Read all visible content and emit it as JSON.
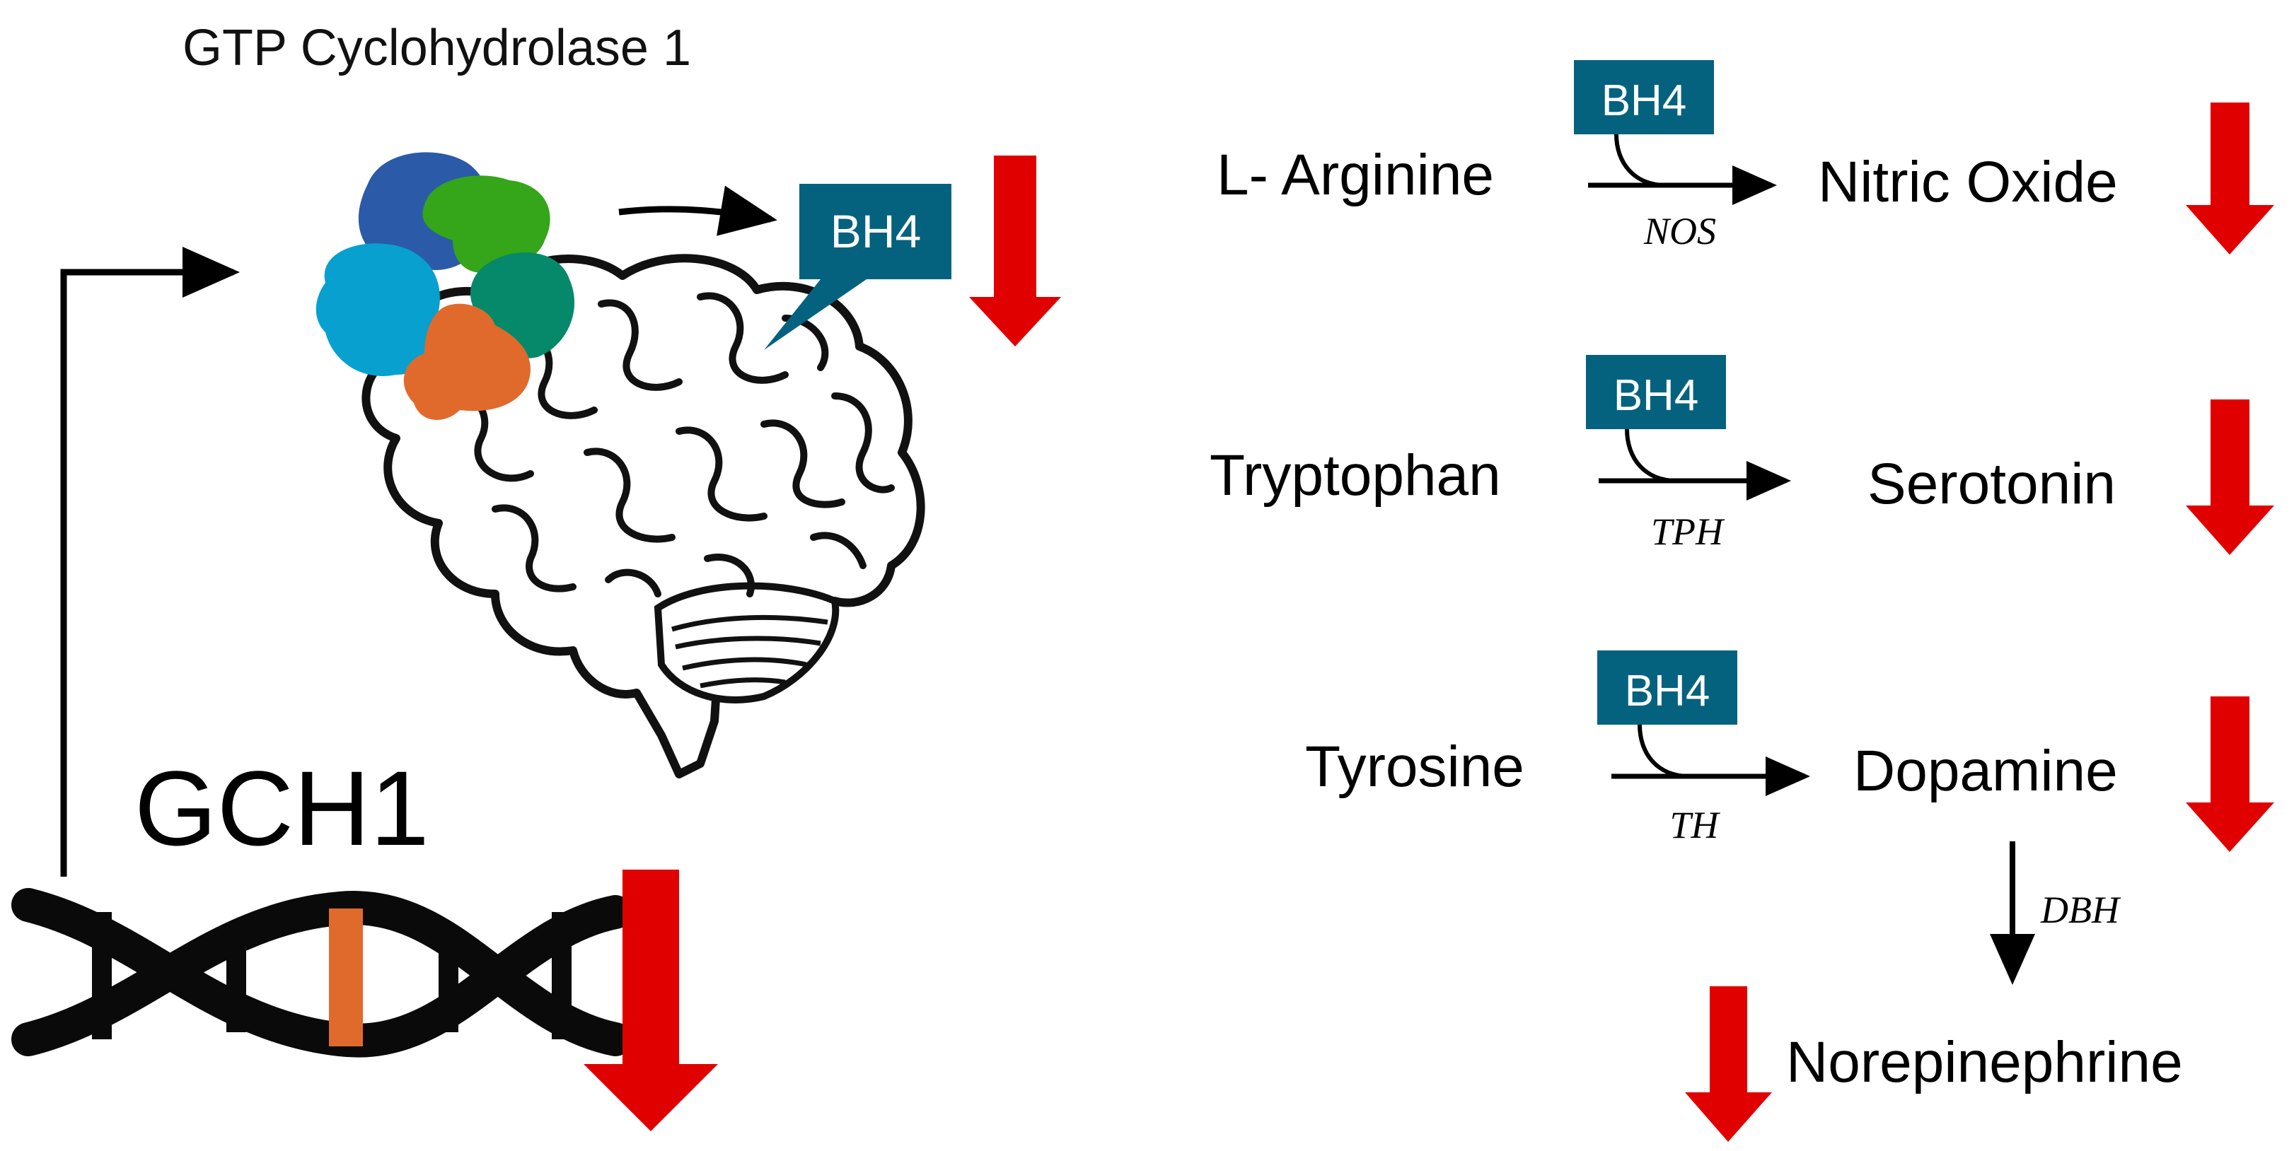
{
  "left_panel": {
    "enzyme_title": "GTP Cyclohydrolase 1",
    "gene_label": "GCH1",
    "product_callout": "BH4"
  },
  "pathways": [
    {
      "substrate": "L- Arginine",
      "cofactor": "BH4",
      "enzyme": "NOS",
      "product": "Nitric Oxide"
    },
    {
      "substrate": "Tryptophan",
      "cofactor": "BH4",
      "enzyme": "TPH",
      "product": "Serotonin"
    },
    {
      "substrate": "Tyrosine",
      "cofactor": "BH4",
      "enzyme": "TH",
      "product": "Dopamine"
    }
  ],
  "downstream": {
    "enzyme": "DBH",
    "product": "Norepinephrine"
  },
  "colors": {
    "bh4_box": "#04627f",
    "decrease_arrow": "#e00000",
    "dna_highlight": "#e06a2b",
    "protein_subunits": [
      "#2b5aa8",
      "#35a51a",
      "#07a0cf",
      "#06896a",
      "#e06a2b"
    ]
  },
  "icons": [
    "brain-icon",
    "protein-icon",
    "dna-icon",
    "decrease-arrow-icon"
  ]
}
